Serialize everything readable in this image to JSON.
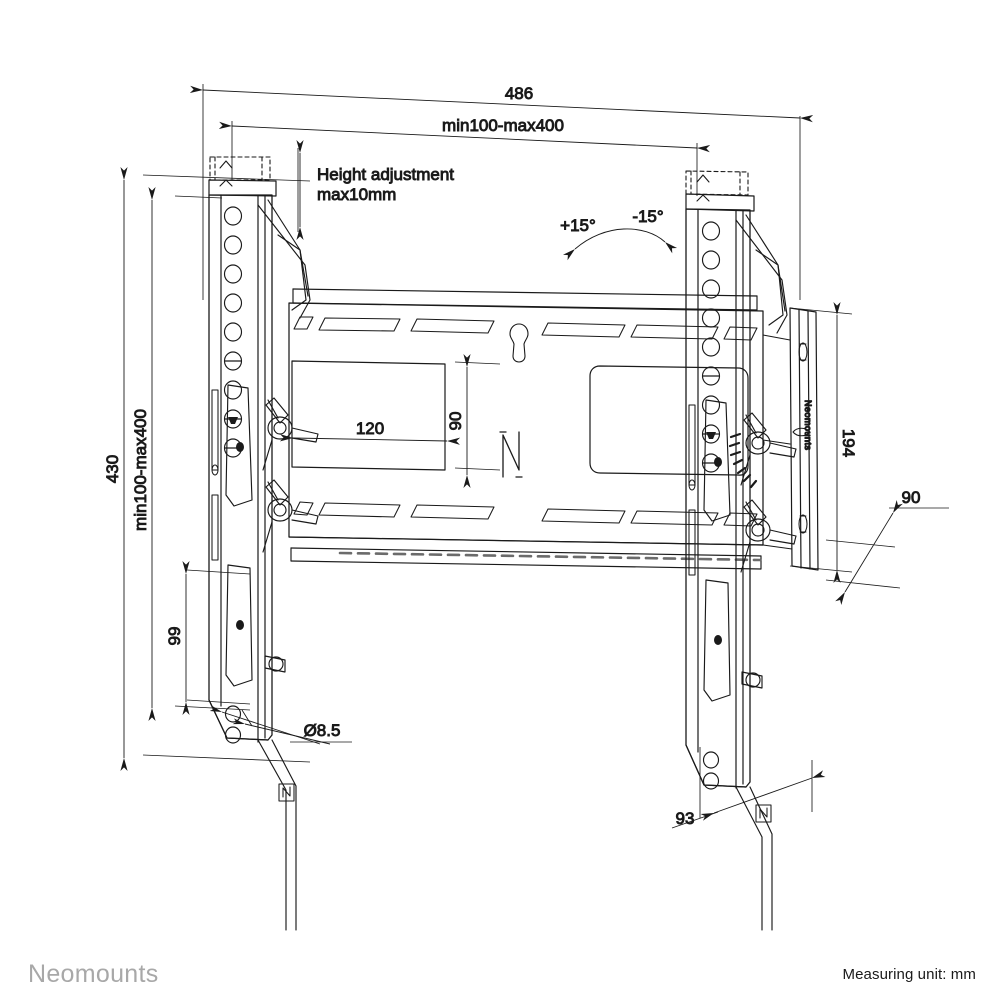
{
  "document": {
    "type": "technical-drawing",
    "subject": "TV wall mount bracket dimensional drawing",
    "brand": "Neomounts",
    "unit_note": "Measuring unit: mm"
  },
  "dimensions": {
    "overall_width": "486",
    "vesa_width_range": "min100-max400",
    "vesa_height_range": "min100-max400",
    "overall_height": "430",
    "height_adjustment_line1": "Height adjustment",
    "height_adjustment_line2": "max10mm",
    "tilt_positive": "+15°",
    "tilt_negative": "-15°",
    "plate_width": "120",
    "plate_height": "90",
    "side_height": "194",
    "depth_90": "90",
    "lower_height": "99",
    "depth_93": "93",
    "hole_diameter": "Ø8.5"
  },
  "colors": {
    "line": "#1a1a1a",
    "thin_line": "#333333",
    "brand_text": "#a8a8a8",
    "background": "#ffffff"
  }
}
